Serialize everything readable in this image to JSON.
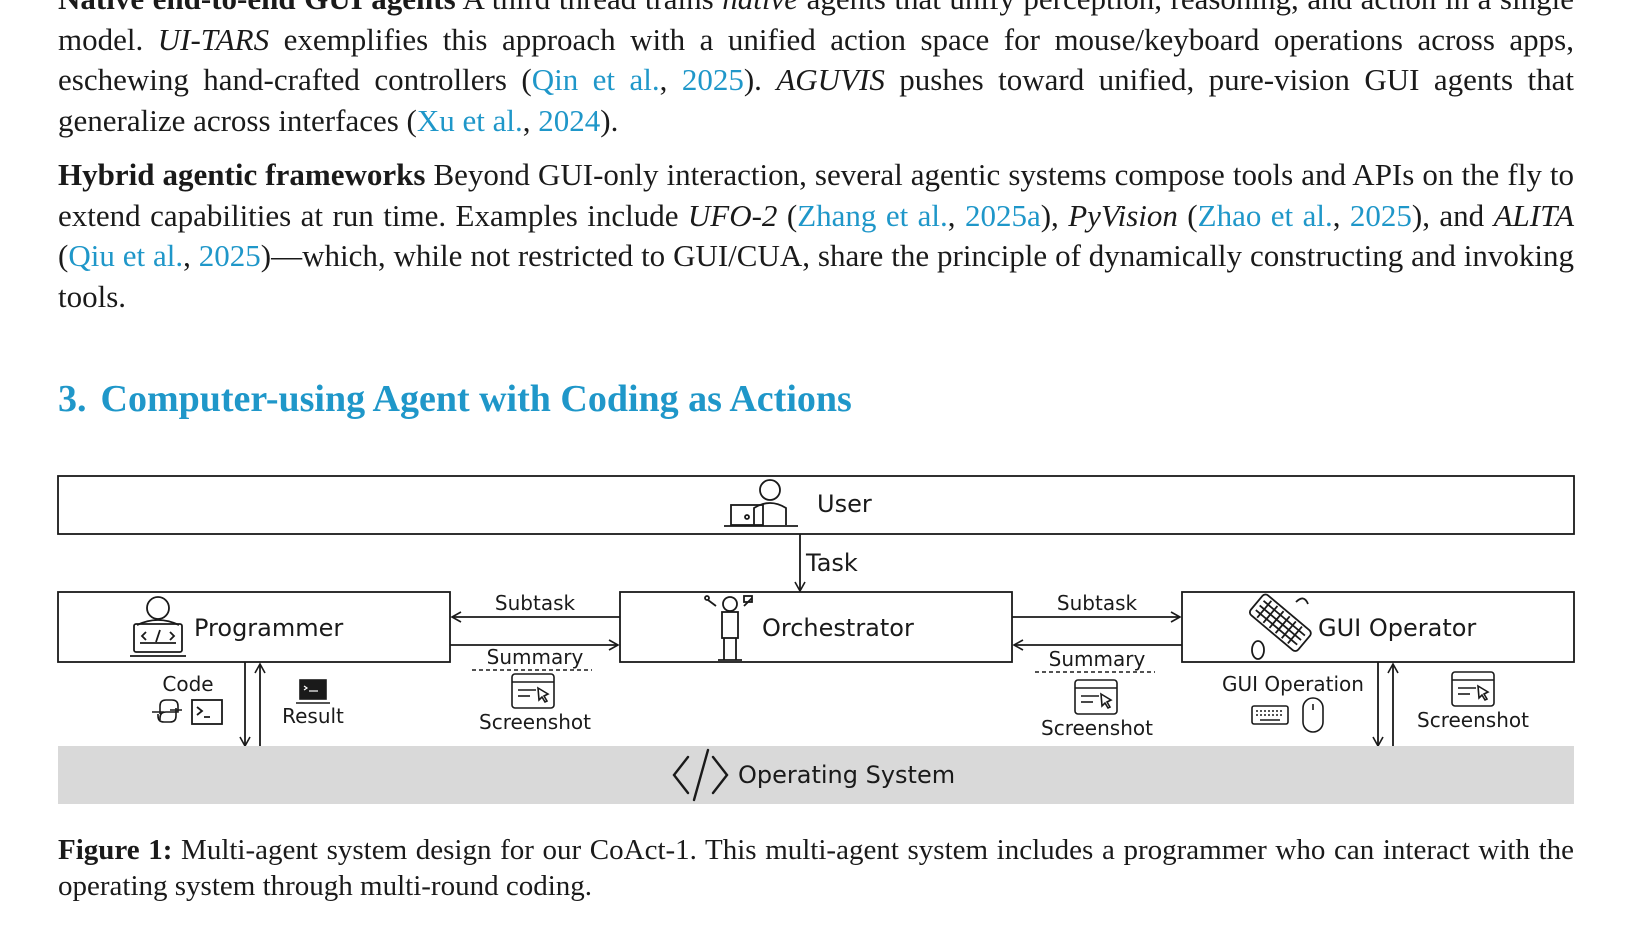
{
  "paragraph1": {
    "heading": "Native end-to-end GUI agents",
    "line_a": " A third thread trains ",
    "native": "native",
    "line_b": " agents that unify perception, reasoning, and action in a single model. ",
    "uitars": "UI-TARS",
    "line_c": " exemplifies this approach with a unified action space for mouse/keyboard operations across apps, eschewing hand-crafted controllers (",
    "cite1_name": "Qin et al.",
    "cite1_year": "2025",
    "line_d": "). ",
    "aguvis": "AGUVIS",
    "line_e": " pushes toward unified, pure-vision GUI agents that generalize across interfaces (",
    "cite2_name": "Xu et al.",
    "cite2_year": "2024",
    "line_f": ")."
  },
  "paragraph2": {
    "heading": "Hybrid agentic frameworks",
    "line_a": " Beyond GUI-only interaction, several agentic systems compose tools and APIs on the fly to extend capabilities at run time. Examples include ",
    "ufo": "UFO-2",
    "cite1_name": "Zhang et al.",
    "cite1_year": "2025a",
    "pyvision": "PyVision",
    "cite2_name": "Zhao et al.",
    "cite2_year": "2025",
    "alita": "ALITA",
    "cite3_name": "Qiu et al.",
    "cite3_year": "2025",
    "line_end": ")—which, while not restricted to GUI/CUA, share the principle of dynamically constructing and invoking tools."
  },
  "section": {
    "number": "3.",
    "title": "Computer-using Agent with Coding as Actions"
  },
  "diagram": {
    "user": "User",
    "task": "Task",
    "programmer": "Programmer",
    "orchestrator": "Orchestrator",
    "gui_operator": "GUI Operator",
    "subtask_left": "Subtask",
    "summary_left": "Summary",
    "screenshot_left": "Screenshot",
    "subtask_right": "Subtask",
    "summary_right": "Summary",
    "screenshot_mid_right": "Screenshot",
    "code": "Code",
    "result": "Result",
    "gui_operation": "GUI Operation",
    "screenshot_far_right": "Screenshot",
    "operating_system": "Operating System"
  },
  "caption": {
    "label": "Figure 1:",
    "text": " Multi-agent system design for our CoAct-1. This multi-agent system includes a programmer who can interact with the operating system through multi-round coding."
  },
  "colors": {
    "accent": "#1f97c9",
    "os_band": "#d9d9d9"
  }
}
